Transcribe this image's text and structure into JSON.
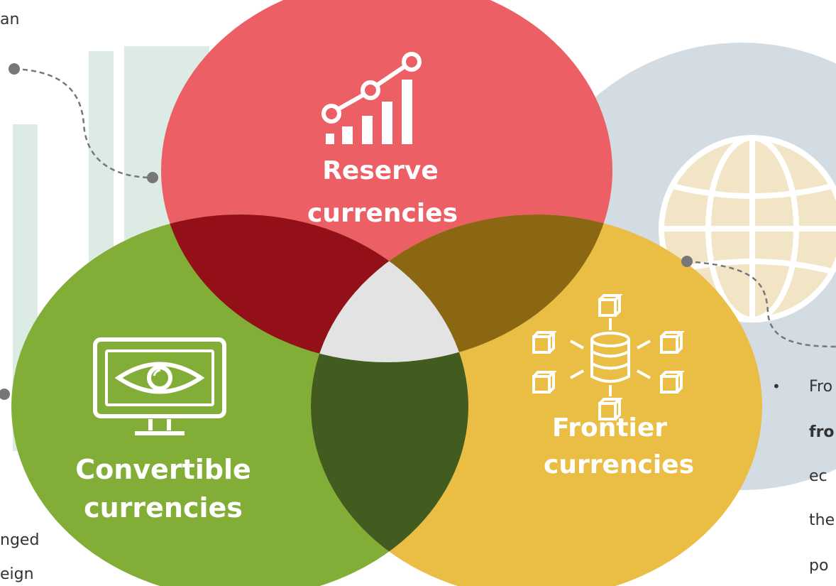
{
  "colors": {
    "reserve": "#EC5F64",
    "convertible": "#82AE37",
    "frontier": "#EABE45",
    "reserve_convertible": "#931018",
    "reserve_frontier": "#8C6713",
    "convertible_frontier": "#425B1E",
    "center": "#E3E3E3",
    "bg_bars": "#DCEBE3",
    "bg_globe_circle": "#D3DCE2",
    "bg_globe": "#F1E5C6",
    "connector": "#777777"
  },
  "circles": {
    "reserve": {
      "label_line1": "Reserve",
      "label_line2": "currencies",
      "icon": "chart-growth-icon"
    },
    "convertible": {
      "label_line1": "Convertible",
      "label_line2": "currencies",
      "icon": "monitor-eye-icon"
    },
    "frontier": {
      "label_line1": "Frontier",
      "label_line2": "currencies",
      "icon": "database-network-icon"
    }
  },
  "left_text": {
    "top": "an",
    "bottom_1": "nged",
    "bottom_2": "eign"
  },
  "right_text": {
    "bullet": "•",
    "line1": "Fro",
    "line2": "fro",
    "line3": "ec",
    "line4": "the",
    "line5": "po"
  }
}
